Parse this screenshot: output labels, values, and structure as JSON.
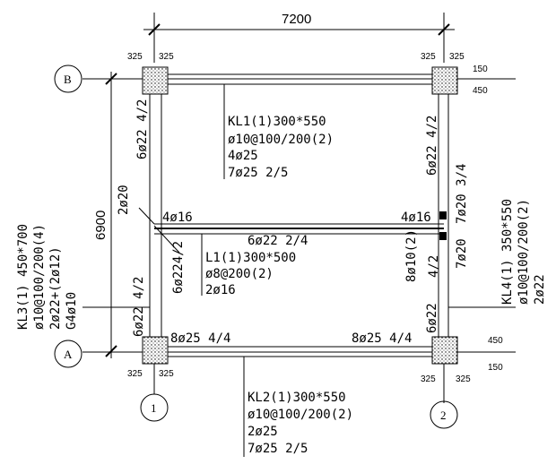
{
  "dimensions": {
    "span_x": "7200",
    "span_y": "6900",
    "col_half": "325",
    "offset_150": "150",
    "offset_450": "450"
  },
  "axes": {
    "a": "A",
    "b": "B",
    "one": "1",
    "two": "2"
  },
  "kl1": {
    "line1": "KL1(1)300*550",
    "line2": "ø10@100/200(2)",
    "line3": "4ø25",
    "line4": "7ø25 2/5"
  },
  "kl2": {
    "line1": "KL2(1)300*550",
    "line2": "ø10@100/200(2)",
    "line3": "2ø25",
    "line4": "7ø25 2/5"
  },
  "kl3": {
    "line1": "KL3(1) 450*700",
    "line2": "ø10@100/200(4)",
    "line3": "2ø22+(2ø12)",
    "line4": "G4ø10"
  },
  "kl4": {
    "line1": "KL4(1) 350*550",
    "line2": "ø10@100/200(2)",
    "line3": "2ø22"
  },
  "l1": {
    "line1": "L1(1)300*500",
    "line2": "ø8@200(2)",
    "line3": "2ø16"
  },
  "rebar": {
    "top_left_vert": "6ø22 4/2",
    "top_right_vert": "6ø22 4/2",
    "left_mid": "2ø20",
    "l1_left_top": "4ø16",
    "l1_right_top": "4ø16",
    "l1_bottom": "6ø22 2/4",
    "l1_left_vert": "6ø224/2",
    "right_upper": "7ø20 3/4",
    "right_lower": "7ø20",
    "right_stirrup": "8ø10(2)",
    "right_stirrup2": "4/2",
    "bottom_left_vert": "6ø22 4/2",
    "bottom_right_vert": "6ø22",
    "bottom_left_horiz": "8ø25 4/4",
    "bottom_right_horiz": "8ø25 4/4"
  }
}
